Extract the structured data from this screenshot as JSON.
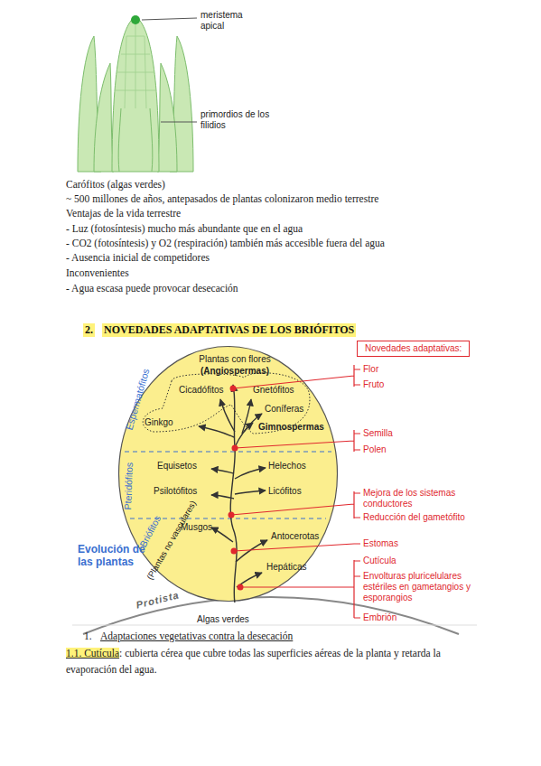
{
  "diagram": {
    "nodes": [
      {
        "text": [
          "Plantas con flores",
          "(Angiospermas)",
          "Cicadófitos",
          "Gnetófitos",
          "Ginkgo",
          "Coníferas",
          "Gimnospermas",
          "Espermatófitos",
          "Equisetos",
          "Helechos",
          "Psilotófitos",
          "Licófitos",
          "Pteridófitos",
          "Musgos",
          "Antocerotas",
          "Hepáticas",
          "Briófitos",
          "(Plantas no vasculares)"
        ]
      },
      {
        "text": [
          "Novedades adaptativas:"
        ]
      }
    ],
    "labels": [
      "meristema apical",
      "primordios de los filidios",
      "Carófitos (algas verdes)",
      "~ 500 millones de años, antepasados de plantas colonizaron medio terrestre",
      "Ventajas de la vida terrestre",
      "- Luz (fotosíntesis) mucho más abundante que en el agua",
      "- CO2 (fotosíntesis) y O2 (respiración) también más accesible fuera del agua",
      "- Ausencia inicial de competidores",
      "Inconvenientes",
      "- Agua escasa puede provocar desecación",
      "2.",
      "NOVEDADES ADAPTATIVAS DE LOS BRIÓFITOS",
      "Flor",
      "Fruto",
      "Semilla",
      "Polen",
      "Mejora de los sistemas conductores",
      "Reducción del gametófito",
      "Estomas",
      "Cutícula",
      "Envolturas pluricelulares estériles en gametangios y esporangios",
      "Embrión",
      "Evolución de las plantas",
      "Protista",
      "Algas verdes",
      "1.",
      "Adaptaciones vegetativas contra la desecación",
      "1.1. Cutícula",
      ": cubierta cérea que cubre todas las superficies aéreas de la planta y retarda la evaporación del agua."
    ]
  }
}
